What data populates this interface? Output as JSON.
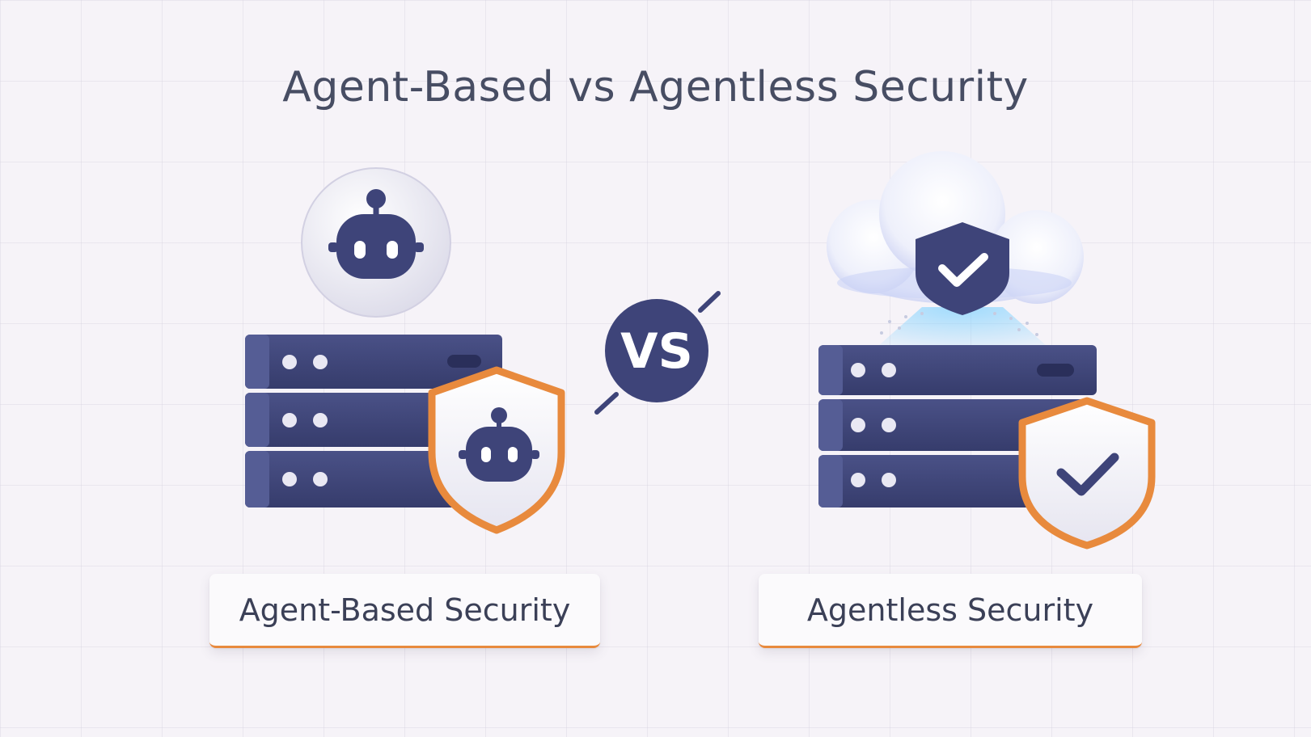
{
  "title": "Agent-Based vs Agentless Security",
  "vs_label": "VS",
  "left": {
    "label": "Agent-Based Security",
    "icons": [
      "robot-icon",
      "server-rack-icon",
      "shield-robot-icon"
    ]
  },
  "right": {
    "label": "Agentless Security",
    "icons": [
      "cloud-icon",
      "shield-check-icon",
      "server-rack-icon",
      "shield-check-icon"
    ]
  },
  "colors": {
    "navy": "#3e4479",
    "navy_dark": "#2f3563",
    "orange": "#e88a3d",
    "text": "#474d63",
    "background": "#f6f3f8"
  }
}
